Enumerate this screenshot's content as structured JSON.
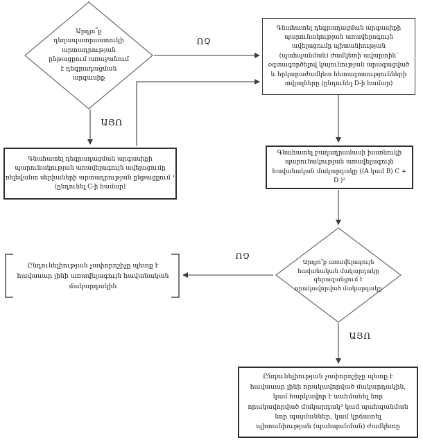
{
  "palette": {
    "background": "#ffffff",
    "connector_line": "#5f5f5f",
    "box_border": "#2f2f2f",
    "text": "#141414"
  },
  "labels": {
    "yes": "ԱՅՈ",
    "no": "ՈՉ"
  },
  "nodes": {
    "decision_degradation": {
      "lines": [
        "Արդյո՞ք",
        "դեղապատրաստուկի",
        "արտադրության",
        "ընթացքում առաջանում",
        "է դեգրադացման",
        "արգասիք"
      ]
    },
    "box_shelf_life": {
      "lines": [
        "Գնահատել դեգրադացման արգասիքի",
        "պարունակության առավելագույն",
        "ավելացումը պիտանիության",
        "(պահպանման) ժամկետի ավարտին՝",
        "օգտագործելով կայունության արագացված",
        "և երկարաժամկետ հետազոտությունների",
        "տվյալները (ընդունել D-ի համար)"
      ]
    },
    "box_production": {
      "lines": [
        "Գնահատել դեգրադացման արգասիքի",
        "պարունակության առավելագույն ավելացումը",
        "ռելեվանտ սերիաների արտադրության ընթացքում ¹",
        "(ընդունել C-ի համար)"
      ]
    },
    "box_max_probable": {
      "lines": [
        "Գնահատել բաղադրամասի խառնուկի",
        "պարունակության առավելագույն",
        "հավանական մակարդակը ((A կամ B) C +",
        "D )²"
      ]
    },
    "decision_exceeds": {
      "lines": [
        "Արդյո՞ք առավելագույն",
        "հավանական մակարդակը",
        "գերազանցում է",
        "որակավորված մակարդակը"
      ]
    },
    "note_acceptance_equal_probable": {
      "lines": [
        "Ընդունելիության չափորոշիչը պետք է",
        "հավասար լինի առավելագույն հավանական",
        "մակարդակին"
      ]
    },
    "box_acceptance_qualified": {
      "lines": [
        "Ընդունելիության չափորոշիչը պետք է",
        "հավասար լինի որակավորված մակարդակին,",
        "կամ հարկավոր է սահմանել նոր",
        "որակավորված մակարդակ³ կամ պահպանման",
        "նոր պայմաններ, կամ կրճատել",
        "պիտանիության (պահպանման) ժամկետը"
      ]
    }
  }
}
